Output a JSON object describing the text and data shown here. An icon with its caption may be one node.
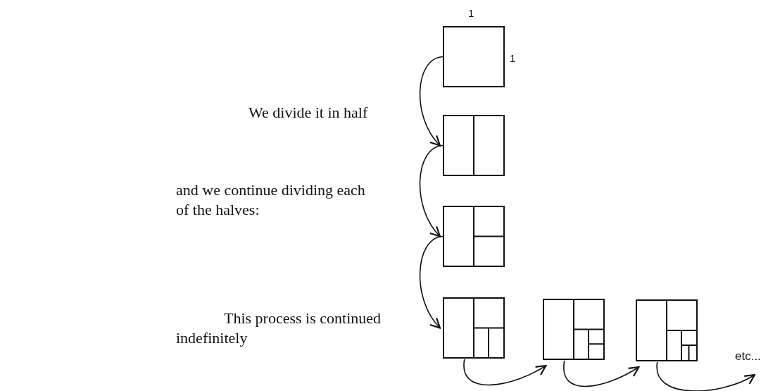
{
  "diagram": {
    "nodes": [
      {
        "text": [],
        "shape": "box"
      },
      {
        "text": [],
        "shape": "box"
      },
      {
        "text": [],
        "shape": "box"
      },
      {
        "text": [],
        "shape": "box"
      },
      {
        "text": [],
        "shape": "box"
      },
      {
        "text": [],
        "shape": "box"
      },
      {
        "text": [
          "etc..."
        ]
      }
    ],
    "edges": [
      {
        "from": 0,
        "to": 1,
        "arrow": "to"
      },
      {
        "from": 1,
        "to": 2,
        "arrow": "to"
      },
      {
        "from": 2,
        "to": 3,
        "arrow": "to"
      },
      {
        "from": 3,
        "to": 4,
        "arrow": "to"
      },
      {
        "from": 4,
        "to": 5,
        "arrow": "to"
      },
      {
        "from": 5,
        "to": 6,
        "arrow": "to"
      }
    ],
    "labels": [
      "1",
      "1",
      "We divide it in half",
      "and we continue dividing each of the halves:",
      "This process is continued indefinitely"
    ]
  }
}
